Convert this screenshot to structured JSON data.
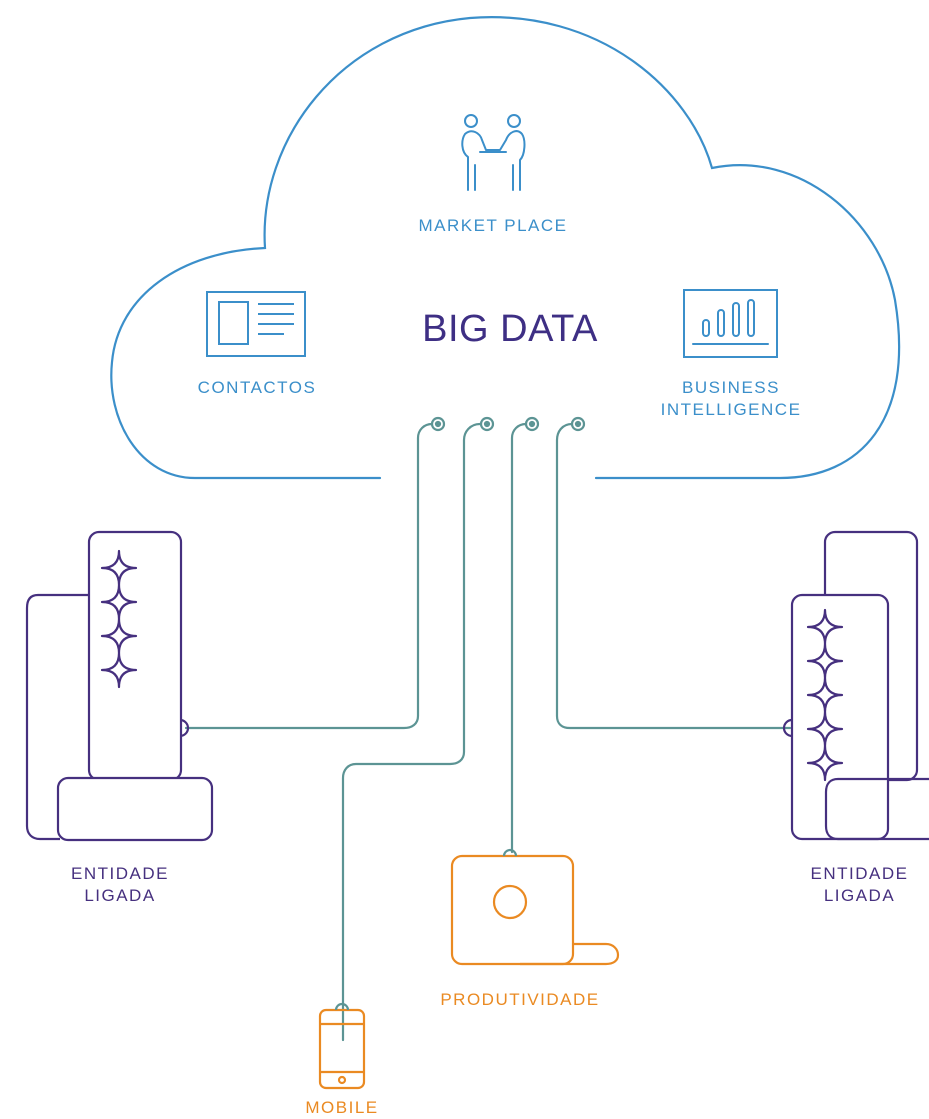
{
  "title": "BIG DATA",
  "cloud_nodes": {
    "market_place": "MARKET PLACE",
    "contactos": "CONTACTOS",
    "business_intelligence_line1": "BUSINESS",
    "business_intelligence_line2": "INTELLIGENCE"
  },
  "devices": {
    "left_entity_line1": "ENTIDADE",
    "left_entity_line2": "LIGADA",
    "right_entity_line1": "ENTIDADE",
    "right_entity_line2": "LIGADA",
    "produtividade": "PRODUTIVIDADE",
    "mobile": "MOBILE"
  },
  "colors": {
    "cloud": "#3b8fca",
    "title": "#3e2f84",
    "entity": "#46307f",
    "device": "#ea8a22",
    "connector": "#5c9494"
  },
  "icons": [
    "handshake-icon",
    "contact-card-icon",
    "bar-chart-icon",
    "server-icon",
    "laptop-icon",
    "phone-icon"
  ]
}
